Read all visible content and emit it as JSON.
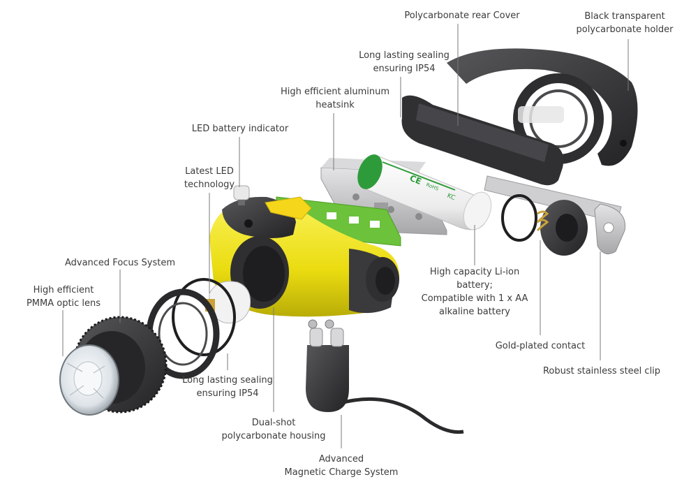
{
  "labels": {
    "rear_cover": [
      "Polycarbonate rear Cover"
    ],
    "holder": [
      "Black transparent",
      "polycarbonate holder"
    ],
    "rear_sealing": [
      "Long lasting sealing",
      "ensuring IP54"
    ],
    "heatsink": [
      "High efficient aluminum",
      "heatsink"
    ],
    "battery_indicator": [
      "LED battery indicator"
    ],
    "led_tech": [
      "Latest LED",
      "technology"
    ],
    "focus_system": [
      "Advanced Focus System"
    ],
    "optic_lens": [
      "High efficient",
      "PMMA optic lens"
    ],
    "battery": [
      "High capacity Li-ion",
      "battery;",
      "Compatible with 1 x AA",
      "alkaline battery"
    ],
    "gold_contact": [
      "Gold-plated contact"
    ],
    "clip": [
      "Robust stainless steel clip"
    ],
    "front_sealing": [
      "Long lasting sealing",
      "ensuring IP54"
    ],
    "housing": [
      "Dual-shot",
      "polycarbonate housing"
    ],
    "charge_system": [
      "Advanced",
      "Magnetic Charge System"
    ]
  },
  "battery_print": {
    "ce": "CE",
    "rohs": "RoHS",
    "kc": "KC"
  },
  "colors": {
    "housing_yellow": "#f2e512",
    "housing_dark": "#3a3a3c",
    "board_green": "#6cc23a",
    "heatsink_grey": "#c9c9cb",
    "battery_green": "#2e9b3a",
    "clip_steel": "#b9b9bb",
    "label_text": "#3b3b3b",
    "leader_line": "#7a7a7a"
  }
}
